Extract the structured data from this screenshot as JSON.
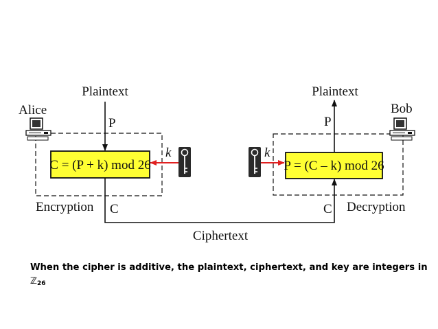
{
  "diagram": {
    "alice_label": "Alice",
    "bob_label": "Bob",
    "plaintext_left": "Plaintext",
    "plaintext_right": "Plaintext",
    "p_left": "P",
    "p_right": "P",
    "k_left": "k",
    "k_right": "k",
    "encrypt_formula": "C = (P + k) mod 26",
    "decrypt_formula": "P = (C – k) mod 26",
    "encryption_label": "Encryption",
    "decryption_label": "Decryption",
    "c_left": "C",
    "c_right": "C",
    "ciphertext_label": "Ciphertext",
    "colors": {
      "box_fill": "#ffff33",
      "key_arrow": "#e02020",
      "key_fill": "#2a2a2a"
    },
    "icons": [
      "computer-icon",
      "key-icon"
    ]
  },
  "caption": {
    "text": "When the cipher is additive, the plaintext, ciphertext, and key are integers in ",
    "set_symbol": "ℤ",
    "set_subscript": "26"
  }
}
